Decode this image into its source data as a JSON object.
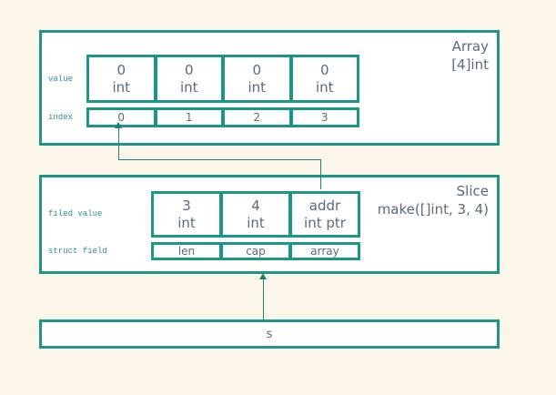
{
  "colors": {
    "teal_border": "#1b9688",
    "background": "#fbf6e9",
    "box_background": "#ffffff",
    "text_gray": "#5b6b7a",
    "label_teal": "#2f8e8e",
    "arrow": "#1d8273"
  },
  "array_box": {
    "title": "Array",
    "subtitle": "[4]int",
    "value_label": "value",
    "index_label": "index",
    "value_cells": [
      {
        "value": "0",
        "type": "int"
      },
      {
        "value": "0",
        "type": "int"
      },
      {
        "value": "0",
        "type": "int"
      },
      {
        "value": "0",
        "type": "int"
      }
    ],
    "index_cells": [
      "0",
      "1",
      "2",
      "3"
    ]
  },
  "slice_box": {
    "title": "Slice",
    "subtitle": "make([]int, 3, 4)",
    "field_value_label": "filed value",
    "struct_field_label": "struct field",
    "value_cells": [
      {
        "value": "3",
        "type": "int"
      },
      {
        "value": "4",
        "type": "int"
      },
      {
        "value": "addr",
        "type": "int ptr"
      }
    ],
    "struct_field_cells": [
      "len",
      "cap",
      "array"
    ]
  },
  "s_box": {
    "label": "s"
  }
}
